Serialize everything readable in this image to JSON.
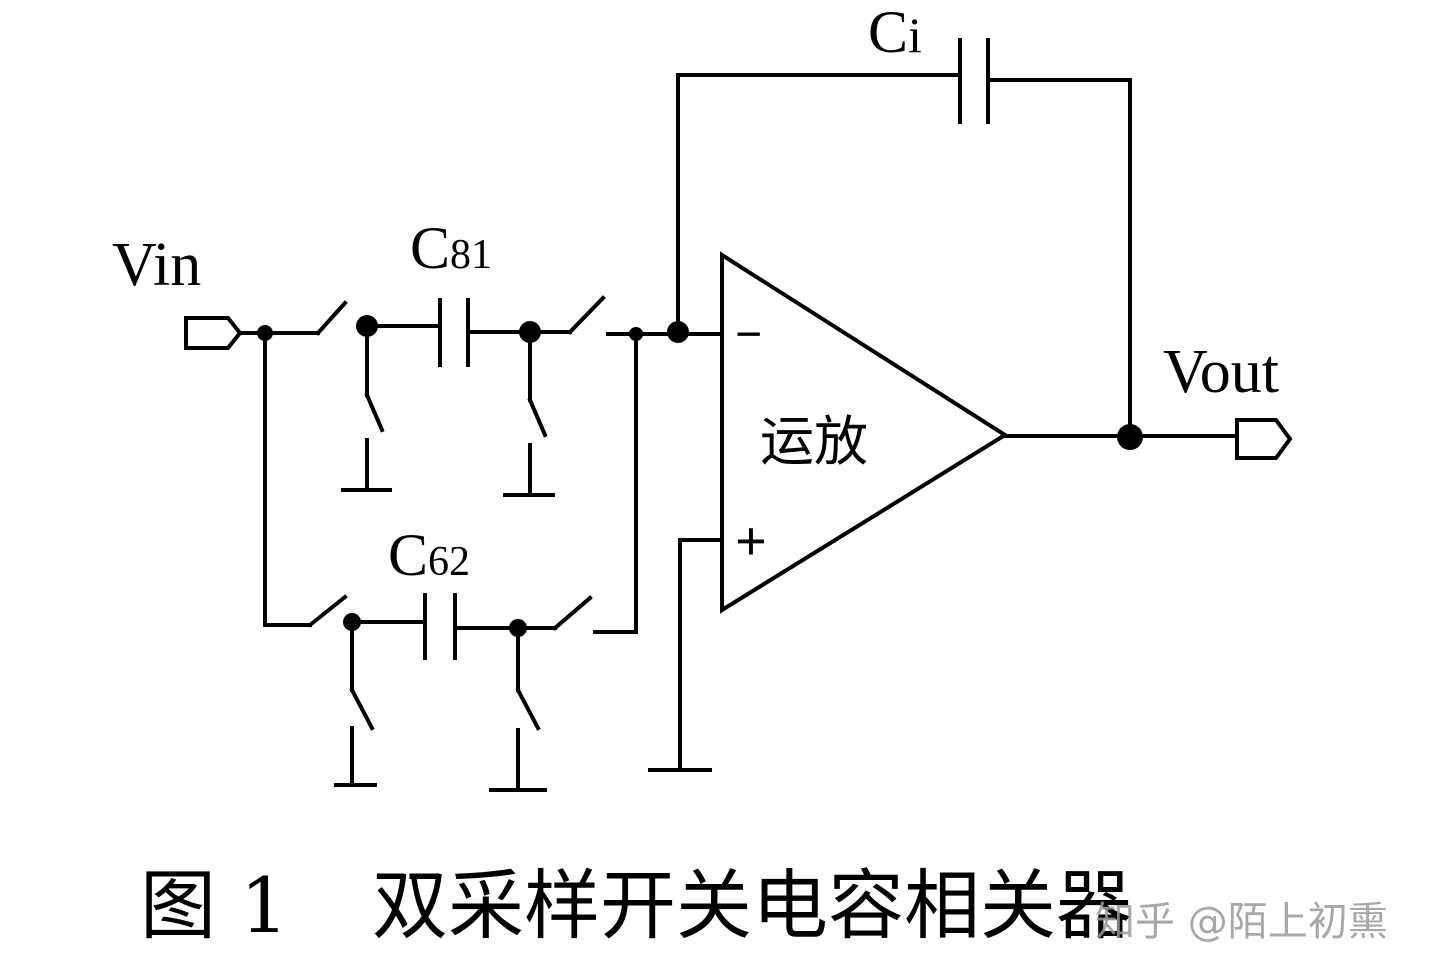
{
  "labels": {
    "vin": "Vin",
    "vout": "Vout",
    "c81_main": "C",
    "c81_sub": "81",
    "c62_main": "C",
    "c62_sub": "62",
    "ci_main": "C",
    "ci_sub": "i",
    "opamp": "运放",
    "minus": "−",
    "plus": "+"
  },
  "caption": {
    "figure": "图 1",
    "title": "双采样开关电容相关器"
  },
  "watermark": "知乎 @陌上初熏"
}
